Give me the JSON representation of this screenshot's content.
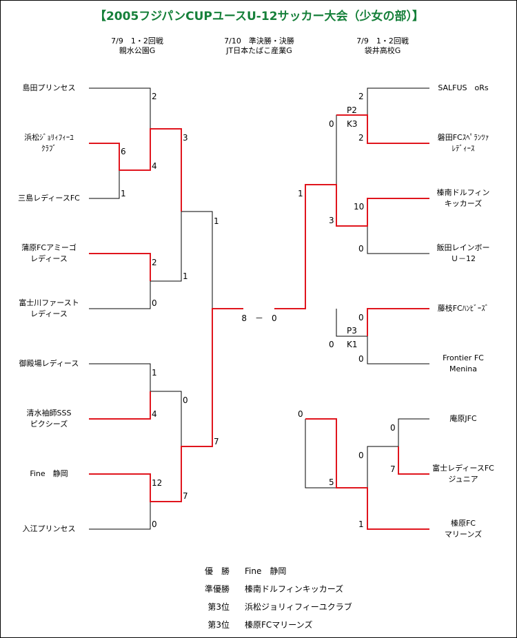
{
  "title": "【2005フジパンCUPユースU-12サッカー大会（少女の部）】",
  "headers": {
    "left": {
      "date": "7/9　1・2回戦",
      "venue": "親水公園G"
    },
    "center": {
      "date": "7/10　準決勝・決勝",
      "venue": "JT日本たばこ産業G"
    },
    "right": {
      "date": "7/9　1・2回戦",
      "venue": "袋井高校G"
    }
  },
  "teams_left": [
    {
      "line1": "島田プリンセス",
      "line2": ""
    },
    {
      "line1": "浜松ｼﾞｮﾘｨﾌｨｰﾕ",
      "line2": "ｸﾗﾌﾞ"
    },
    {
      "line1": "三島レディースFC",
      "line2": ""
    },
    {
      "line1": "蒲原FCアミーゴ",
      "line2": "レディース"
    },
    {
      "line1": "富士川ファースト",
      "line2": "レディース"
    },
    {
      "line1": "御殿場レディース",
      "line2": ""
    },
    {
      "line1": "清水袖師SSS",
      "line2": "ピクシーズ"
    },
    {
      "line1": "Fine　静岡",
      "line2": ""
    },
    {
      "line1": "入江プリンセス",
      "line2": ""
    }
  ],
  "teams_right": [
    {
      "line1": "SALFUS　oRs",
      "line2": ""
    },
    {
      "line1": "磐田FCｽﾍﾟﾗﾝﾂｧ",
      "line2": "ﾚﾃﾞｨｰｽ"
    },
    {
      "line1": "榛南ドルフィン",
      "line2": "キッカーズ"
    },
    {
      "line1": "飯田レインボー",
      "line2": "Ｕ－12"
    },
    {
      "line1": "藤枝FCﾊﾝﾋﾞｰｽﾞ",
      "line2": ""
    },
    {
      "line1": "Frontier FC",
      "line2": "Menina"
    },
    {
      "line1": "庵原JFC",
      "line2": ""
    },
    {
      "line1": "富士レディースFC",
      "line2": "ジュニア"
    },
    {
      "line1": "榛原FC",
      "line2": "マリーンズ"
    }
  ],
  "scores": {
    "l_shimada": "2",
    "l_hamamatsu_r1": "6",
    "l_mishima": "1",
    "l_hamamatsu_r2": "4",
    "l_kanbara": "2",
    "l_fujikawa": "0",
    "l_r2top_upper": "3",
    "l_r2top_lower": "1",
    "l_gotemba": "1",
    "l_shimizu": "4",
    "l_fine": "12",
    "l_irie": "0",
    "l_r2bot_upper": "0",
    "l_r2bot_lower": "7",
    "l_sf_upper": "1",
    "l_sf_lower": "7",
    "r_salfus": "2",
    "r_iwata": "2",
    "r_pk1": "P2",
    "r_pk1b": "K3",
    "r_kinan": "10",
    "r_iida": "0",
    "r_r2top_upper": "0",
    "r_r2top_lower": "3",
    "r_fujieda": "0",
    "r_frontier": "0",
    "r_pk2": "P3",
    "r_pk2b": "K1",
    "r_ihara": "0",
    "r_fuji": "7",
    "r_fuji_upper": "0",
    "r_haibara": "1",
    "r_r2bot_upper": "0",
    "r_r2bot_lower": "5",
    "r_sf_upper": "1",
    "r_sf_lower": "0"
  },
  "final_score": "8　－　0",
  "rankings": [
    {
      "label": "優　勝",
      "team": "Fine　静岡"
    },
    {
      "label": "準優勝",
      "team": "榛南ドルフィンキッカーズ"
    },
    {
      "label": "第3位",
      "team": "浜松ジョリィフィーユクラブ"
    },
    {
      "label": "第3位",
      "team": "榛原FCマリーンズ"
    }
  ],
  "colors": {
    "winner_line": "#e0141c",
    "line": "#000000",
    "title": "#16803a"
  }
}
